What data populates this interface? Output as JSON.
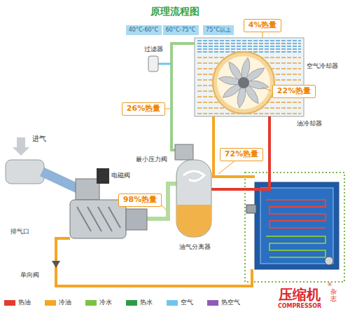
{
  "diagram": {
    "title": "原理流程图",
    "nodes": [
      {
        "text": [
          "40°C-60°C"
        ]
      },
      {
        "text": [
          "60°C-75°C"
        ]
      },
      {
        "text": [
          "75°C以上"
        ]
      },
      {
        "text": [
          "4%热量"
        ]
      },
      {
        "text": [
          "22%热量"
        ]
      },
      {
        "text": [
          "26%热量"
        ]
      },
      {
        "text": [
          "72%热量"
        ]
      },
      {
        "text": [
          "98%热量"
        ]
      }
    ],
    "labels": [
      "过滤器",
      "空气冷却器",
      "油冷却器",
      "最小压力阀",
      "进气",
      "电磁阀",
      "排气口",
      "油气分离器",
      "单向阀",
      "®",
      "压缩机",
      "杂志",
      "COMPRESSOR"
    ],
    "legend": [
      {
        "text": "热油",
        "color": "#e53a2e"
      },
      {
        "text": "冷油",
        "color": "#f5a623"
      },
      {
        "text": "冷水",
        "color": "#7cc242"
      },
      {
        "text": "热水",
        "color": "#2e9a48"
      },
      {
        "text": "空气",
        "color": "#6ec6ee"
      },
      {
        "text": "热空气",
        "color": "#8e5bb5"
      }
    ]
  }
}
